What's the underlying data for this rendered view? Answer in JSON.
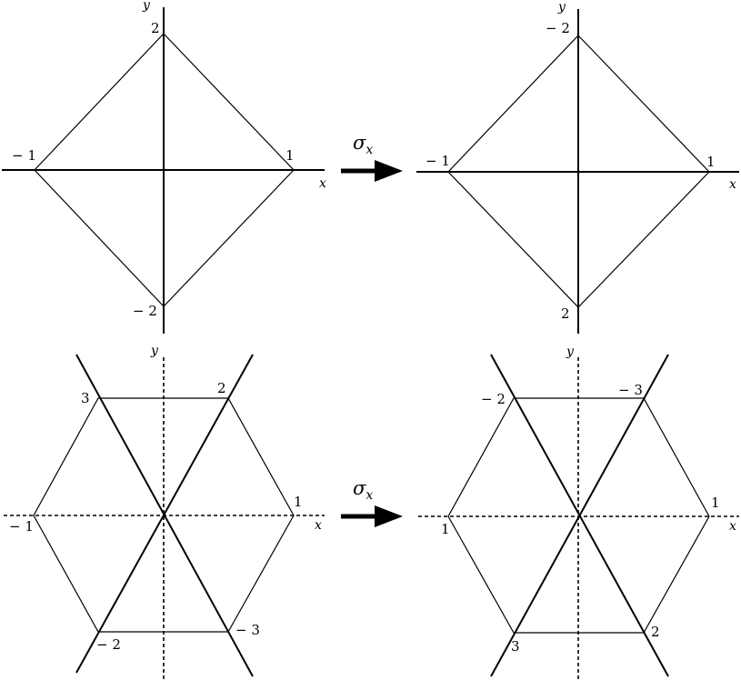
{
  "axis_labels": {
    "x": "x",
    "y": "y"
  },
  "operation": {
    "symbol": "σ",
    "subscript": "x"
  },
  "square_before": {
    "top": "2",
    "bottom": "− 2",
    "left": "− 1",
    "right": "1"
  },
  "square_after": {
    "top": "− 2",
    "bottom": "2",
    "left": "− 1",
    "right": "1"
  },
  "hexagon_before": {
    "upper_left": "3",
    "upper_right": "2",
    "right": "1",
    "lower_right": "− 3",
    "lower_left": "− 2",
    "left": "− 1"
  },
  "hexagon_after": {
    "upper_left": "− 2",
    "upper_right": "− 3",
    "right": "1",
    "lower_right": "2",
    "lower_left": "3",
    "left": "1"
  }
}
